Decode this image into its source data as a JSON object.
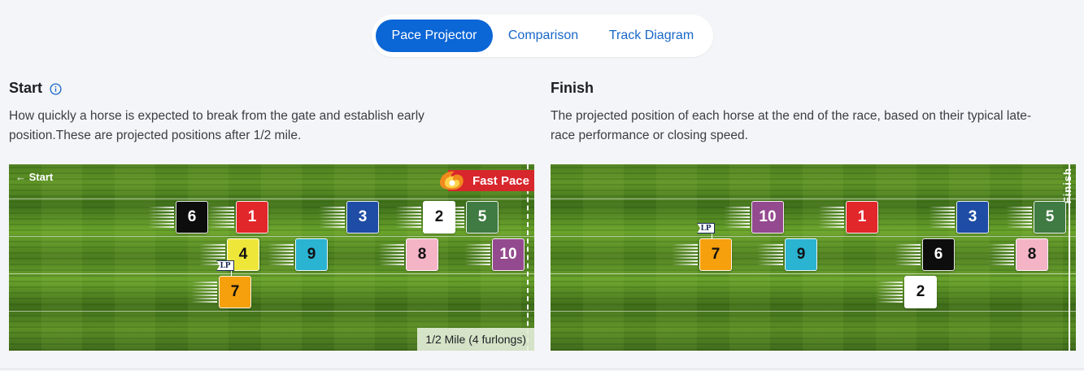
{
  "tabs": [
    {
      "label": "Pace Projector",
      "active": true
    },
    {
      "label": "Comparison",
      "active": false
    },
    {
      "label": "Track Diagram",
      "active": false
    }
  ],
  "start": {
    "title": "Start",
    "description": "How quickly a horse is expected to break from the gate and establish early position.These are projected positions after 1/2 mile.",
    "track_label": "← Start",
    "badge": "Fast Pace",
    "distance": "1/2 Mile (4 furlongs)",
    "horses": [
      {
        "number": "6",
        "color": "#0d0d0d",
        "text": "#ffffff"
      },
      {
        "number": "1",
        "color": "#e2272b",
        "text": "#ffffff"
      },
      {
        "number": "3",
        "color": "#1f4ca4",
        "text": "#ffffff"
      },
      {
        "number": "2",
        "color": "#ffffff",
        "text": "#111111"
      },
      {
        "number": "5",
        "color": "#3f7b42",
        "text": "#ffffff"
      },
      {
        "number": "4",
        "color": "#eee73a",
        "text": "#111111"
      },
      {
        "number": "9",
        "color": "#2bb3d2",
        "text": "#111111"
      },
      {
        "number": "8",
        "color": "#f4b4c6",
        "text": "#111111"
      },
      {
        "number": "10",
        "color": "#944a8e",
        "text": "#ffffff"
      },
      {
        "number": "7",
        "color": "#f5a00c",
        "text": "#111111"
      }
    ]
  },
  "finish": {
    "title": "Finish",
    "description": "The projected position of each horse at the end of the race, based on their typical late-race performance or closing speed.",
    "track_label": "Finish",
    "horses": [
      {
        "number": "10",
        "color": "#944a8e",
        "text": "#ffffff"
      },
      {
        "number": "1",
        "color": "#e2272b",
        "text": "#ffffff"
      },
      {
        "number": "3",
        "color": "#1f4ca4",
        "text": "#ffffff"
      },
      {
        "number": "5",
        "color": "#3f7b42",
        "text": "#ffffff"
      },
      {
        "number": "7",
        "color": "#f5a00c",
        "text": "#111111"
      },
      {
        "number": "9",
        "color": "#2bb3d2",
        "text": "#111111"
      },
      {
        "number": "6",
        "color": "#0d0d0d",
        "text": "#ffffff"
      },
      {
        "number": "8",
        "color": "#f4b4c6",
        "text": "#111111"
      },
      {
        "number": "2",
        "color": "#ffffff",
        "text": "#111111"
      }
    ]
  },
  "lp_label": "LP"
}
